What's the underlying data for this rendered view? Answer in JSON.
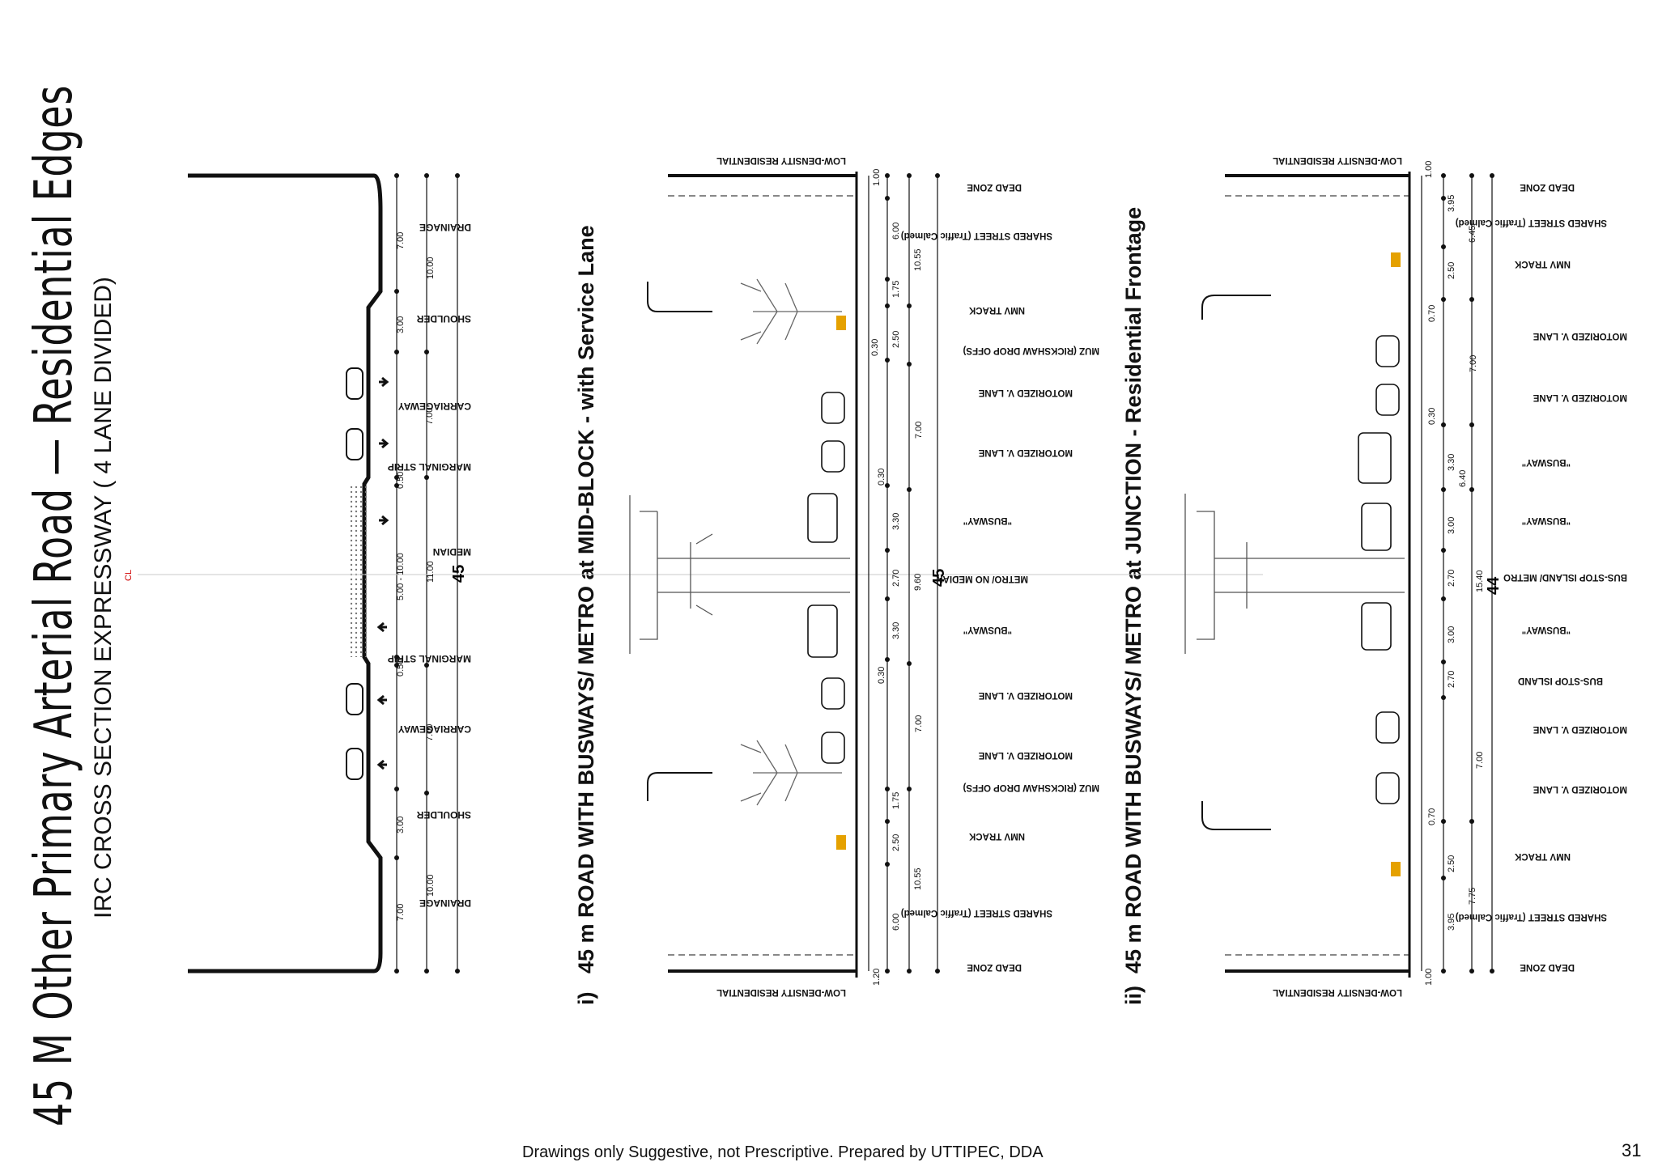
{
  "page": {
    "title": "45 M Other Primary Arterial Road — Residential Edges",
    "subtitle": "IRC CROSS SECTION EXPRESSWAY ( 4 LANE DIVIDED)",
    "footer": "Drawings only Suggestive, not Prescriptive. Prepared by UTTIPEC, DDA",
    "page_number": "31"
  },
  "diagram": {
    "cl_marker": "CL",
    "sections": [
      {
        "id": "irc",
        "total": "45",
        "components": [
          "DRAINAGE",
          "SHOULDER",
          "CARRIAGEWAY",
          "MARGINAL STRIP",
          "MEDIAN",
          "MARGINAL STRIP",
          "CARRIAGEWAY",
          "SHOULDER",
          "DRAINAGE"
        ],
        "dims_inner": [
          "7.00",
          "3.00",
          "7.00",
          "0.50",
          "5.00 - 10.00",
          "0.50",
          "7.00",
          "3.00",
          "7.00"
        ],
        "dims_outer": [
          "10.00",
          "11.00",
          "10.00"
        ]
      },
      {
        "id": "midblock",
        "number": "i)",
        "title": "45 m ROAD WITH BUSWAYS/ METRO at MID-BLOCK - with Service Lane",
        "edge_label": "LOW-DENSITY RESIDENTIAL",
        "total": "45",
        "components": [
          "DEAD ZONE",
          "SHARED STREET (Traffic Calmed)",
          "NMV TRACK",
          "MUZ (RICKSHAW DROP OFFS)",
          "MOTORIZED V. LANE",
          "MOTORIZED V. LANE",
          "\"BUSWAY\"",
          "METRO/ NO MEDIAN",
          "\"BUSWAY\"",
          "MOTORIZED V. LANE",
          "MOTORIZED V. LANE",
          "MUZ (RICKSHAW DROP OFFS)",
          "NMV TRACK",
          "SHARED STREET (Traffic Calmed)",
          "DEAD ZONE"
        ],
        "dims_inner": [
          "1.00",
          "6.00",
          "1.75",
          "2.50",
          "0.30",
          "7.00",
          "0.30",
          "3.30",
          "2.70",
          "3.30",
          "0.30",
          "7.00",
          "1.75",
          "2.50",
          "6.00",
          "1.20"
        ],
        "dims_outer": [
          "10.55",
          "9.60",
          "10.55"
        ]
      },
      {
        "id": "junction",
        "number": "ii)",
        "title": "45 m ROAD WITH BUSWAYS/ METRO at JUNCTION - Residential Frontage",
        "edge_label": "LOW-DENSITY RESIDENTIAL",
        "total": "44",
        "components": [
          "DEAD ZONE",
          "SHARED STREET (Traffic Calmed)",
          "NMV TRACK",
          "MOTORIZED V. LANE",
          "MOTORIZED V. LANE",
          "\"BUSWAY\"",
          "\"BUSWAY\"",
          "BUS-STOP ISLAND/ METRO",
          "\"BUSWAY\"",
          "BUS-STOP ISLAND",
          "MOTORIZED V. LANE",
          "MOTORIZED V. LANE",
          "NMV TRACK",
          "SHARED STREET (Traffic Calmed)",
          "DEAD ZONE"
        ],
        "dims_inner": [
          "1.00",
          "3.95",
          "2.50",
          "0.70",
          "7.00",
          "0.30",
          "3.30",
          "3.00",
          "2.70",
          "3.00",
          "2.70",
          "7.00",
          "0.70",
          "2.50",
          "3.95",
          "1.00"
        ],
        "dims_outer": [
          "6.45",
          "6.40",
          "15.40",
          "7.75"
        ]
      }
    ]
  }
}
